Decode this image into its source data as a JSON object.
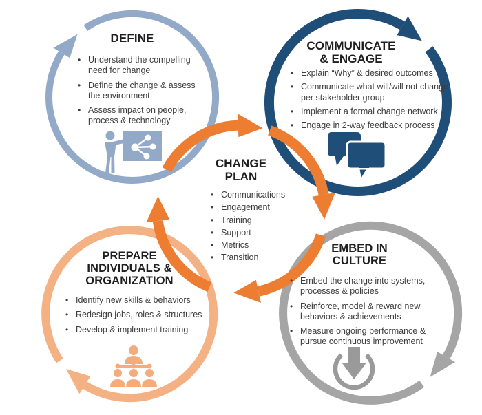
{
  "colors": {
    "steel_blue": "#92A9C7",
    "navy": "#1F4E79",
    "orange": "#ED7D31",
    "peach": "#F4B183",
    "peach_icon": "#F5AC7C",
    "gray": "#A5A5A5",
    "gray_icon": "#9A9A9A",
    "heading_text": "#1F1F1F",
    "body_text": "#3D3D3D"
  },
  "center": {
    "title": "CHANGE\nPLAN",
    "bullets": [
      "Communications",
      "Engagement",
      "Training",
      "Support",
      "Metrics",
      "Transition"
    ]
  },
  "sections": {
    "define": {
      "title": "DEFINE",
      "bullets": [
        "Understand the compelling need for change",
        "Define the change &  assess the environment",
        "Assess impact on people, process & technology"
      ],
      "icon": "presenter-share-board-icon"
    },
    "communicate": {
      "title": "COMMUNICATE\n& ENGAGE",
      "bullets": [
        "Explain “Why” & desired outcomes",
        "Communicate what will/will not change per stakeholder group",
        "Implement a formal change network",
        "Engage in 2-way feedback process"
      ],
      "icon": "speech-bubbles-icon"
    },
    "prepare": {
      "title": "PREPARE\nINDIVIDUALS &\nORGANIZATION",
      "bullets": [
        "Identify new skills  & behaviors",
        "Redesign jobs, roles & structures",
        "Develop & implement training"
      ],
      "icon": "org-chart-icon"
    },
    "embed": {
      "title": "EMBED IN\nCULTURE",
      "bullets": [
        "Embed the change into systems, processes & policies",
        "Reinforce, model & reward new behaviors & achievements",
        "Measure ongoing performance & pursue continuous improvement"
      ],
      "icon": "down-arrow-circle-icon"
    }
  }
}
